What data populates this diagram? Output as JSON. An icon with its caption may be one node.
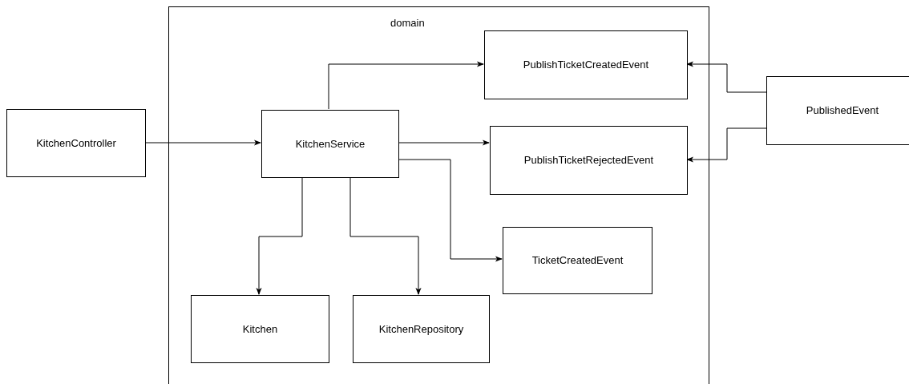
{
  "diagram": {
    "nodes": [
      {
        "text": [
          "KitchenController"
        ]
      },
      {
        "text": [
          "domain"
        ]
      },
      {
        "text": [
          "KitchenService"
        ],
        "in": 1
      },
      {
        "text": [
          "PublishTicketCreatedEvent"
        ],
        "in": 1
      },
      {
        "text": [
          "PublishTicketRejectedEvent"
        ],
        "in": 1
      },
      {
        "text": [
          "TicketCreatedEvent"
        ],
        "in": 1
      },
      {
        "text": [
          "Kitchen"
        ],
        "in": 1
      },
      {
        "text": [
          "KitchenRepository"
        ],
        "in": 1
      },
      {
        "text": [
          "PublishedEvent"
        ]
      }
    ],
    "edges": [
      {
        "from": 0,
        "to": 2,
        "arrow": "to"
      },
      {
        "from": 2,
        "to": 3,
        "arrow": "to"
      },
      {
        "from": 2,
        "to": 4,
        "arrow": "to"
      },
      {
        "from": 2,
        "to": 5,
        "arrow": "to"
      },
      {
        "from": 2,
        "to": 6,
        "arrow": "to"
      },
      {
        "from": 2,
        "to": 7,
        "arrow": "to"
      },
      {
        "from": 8,
        "to": 3,
        "arrow": "to"
      },
      {
        "from": 8,
        "to": 4,
        "arrow": "to"
      }
    ]
  }
}
